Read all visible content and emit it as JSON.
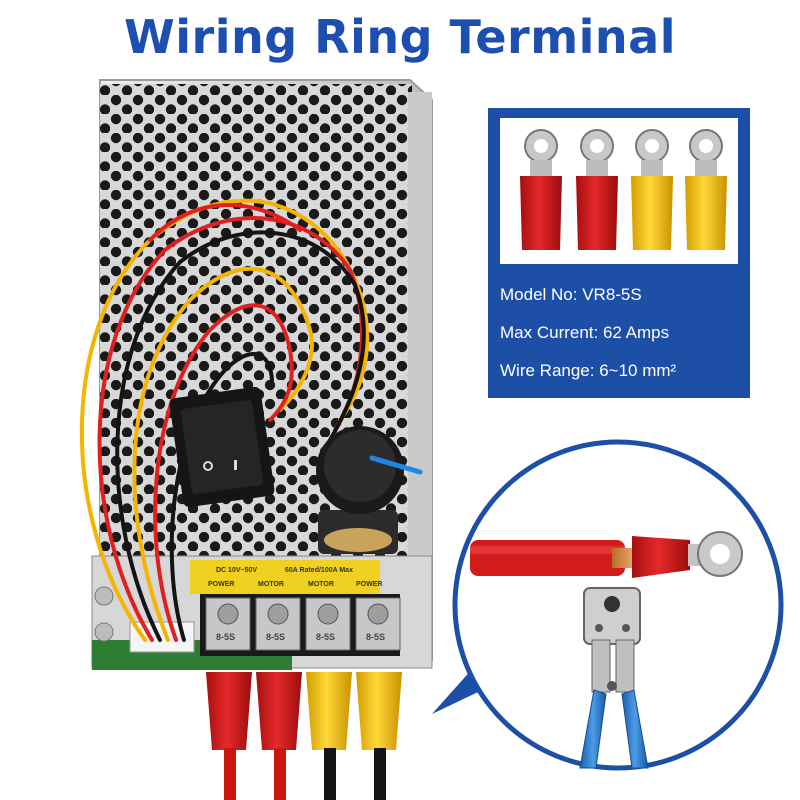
{
  "title": "Wiring Ring Terminal",
  "specs": {
    "model": "Model No: VR8-5S",
    "current": "Max Current: 62 Amps",
    "wire_range": "Wire Range: 6~10 mm²"
  },
  "controller_labels": {
    "voltage": "DC 10V~50V",
    "rating": "60A Rated/100A Max",
    "terminal_1": "POWER",
    "terminal_2": "MOTOR",
    "terminal_3": "MOTOR",
    "terminal_4": "POWER",
    "lug_mark": "8-5S"
  },
  "colors": {
    "title": "#1c4fb0",
    "spec_panel": "#1e4fa6",
    "terminal_red": "#d81e1e",
    "terminal_yellow": "#f3c313"
  }
}
